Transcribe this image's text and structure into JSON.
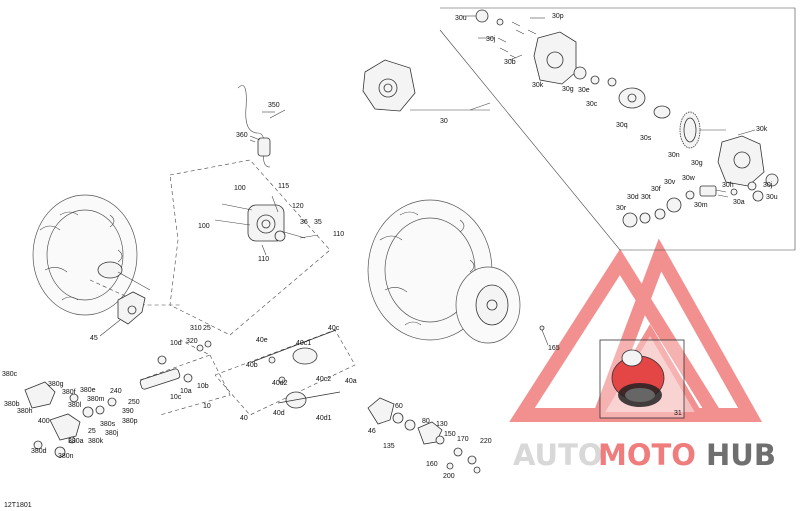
{
  "reference_code": "12T1801",
  "watermark": {
    "part1": "AUTO",
    "part2": "MOTO",
    "part3": "HUB",
    "color_red": "#f07d7d",
    "color_grey": "#6f6f6f",
    "color_light": "#d8d8d8"
  },
  "callouts": {
    "c30p": "30p",
    "c30u_top": "30u",
    "c30j_top": "30j",
    "c30b": "30b",
    "c30k_top": "30k",
    "c30g_top": "30g",
    "c30e": "30e",
    "c30c": "30c",
    "c30q": "30q",
    "c30s": "30s",
    "c30n": "30n",
    "c30g_mid": "30g",
    "c30k_right": "30k",
    "c30": "30",
    "c30w": "30w",
    "c30v": "30v",
    "c30f": "30f",
    "c30t": "30t",
    "c30d": "30d",
    "c30r": "30r",
    "c30h": "30h",
    "c30m": "30m",
    "c30a": "30a",
    "c30j_right": "30j",
    "c30u_right": "30u",
    "c350": "350",
    "c360": "360",
    "c100_top": "100",
    "c115": "115",
    "c100_left": "100",
    "c120": "120",
    "c36": "36",
    "c35": "35",
    "c110_right": "110",
    "c110_bottom": "110",
    "c45": "45",
    "c310": "310",
    "c320": "320",
    "c25_top": "25",
    "c10d": "10d",
    "c10b": "10b",
    "c10a": "10a",
    "c10c": "10c",
    "c10": "10",
    "c40e": "40e",
    "c40c1": "40c1",
    "c40c": "40c",
    "c40b": "40b",
    "c40c2": "40c2",
    "c40d2": "40d2",
    "c40a": "40a",
    "c40d": "40d",
    "c40d1": "40d1",
    "c40": "40",
    "c380c": "380c",
    "c380b": "380b",
    "c380g": "380g",
    "c380f": "380f",
    "c380e": "380e",
    "c380m": "380m",
    "c380h": "380h",
    "c380l": "380l",
    "c380s": "380s",
    "c380j": "380j",
    "c380p": "380p",
    "c380a": "380a",
    "c380k": "380k",
    "c380d": "380d",
    "c380n": "380n",
    "c240": "240",
    "c250": "250",
    "c390": "390",
    "c400": "400",
    "c25_left": "25",
    "c60": "60",
    "c46": "46",
    "c80": "80",
    "c135": "135",
    "c130": "130",
    "c150": "150",
    "c160": "160",
    "c170": "170",
    "c200": "200",
    "c220": "220",
    "c165": "165",
    "c31": "31"
  }
}
